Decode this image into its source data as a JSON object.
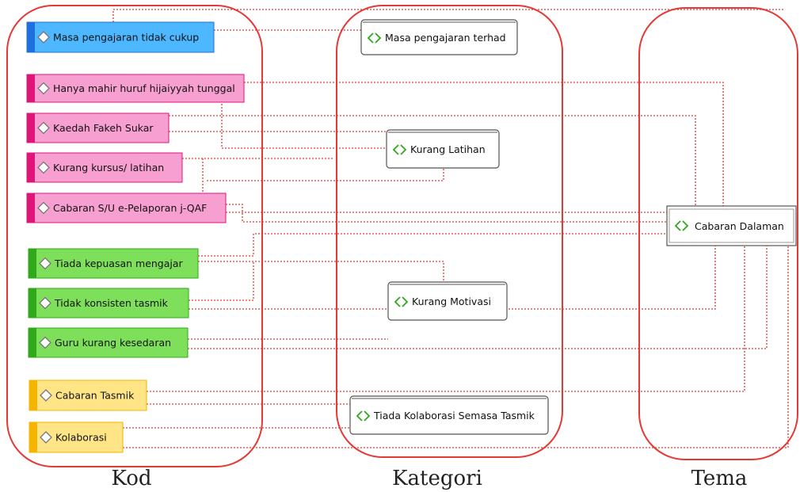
{
  "groups": {
    "kod": "Kod",
    "kategori": "Kategori",
    "tema": "Tema"
  },
  "codes": [
    {
      "label": "Masa pengajaran tidak cukup",
      "fill": "#4db8ff",
      "stripe": "#1e6fe0"
    },
    {
      "label": "Hanya mahir huruf hijaiyyah tunggal",
      "fill": "#f79fd0",
      "stripe": "#e0157a"
    },
    {
      "label": "Kaedah Fakeh Sukar",
      "fill": "#f79fd0",
      "stripe": "#e0157a"
    },
    {
      "label": "Kurang kursus/ latihan",
      "fill": "#f79fd0",
      "stripe": "#e0157a"
    },
    {
      "label": "Cabaran S/U e-Pelaporan j-QAF",
      "fill": "#f79fd0",
      "stripe": "#e0157a"
    },
    {
      "label": "Tiada kepuasan mengajar",
      "fill": "#7ee05a",
      "stripe": "#2fa81a"
    },
    {
      "label": "Tidak konsisten tasmik",
      "fill": "#7ee05a",
      "stripe": "#2fa81a"
    },
    {
      "label": "Guru kurang kesedaran",
      "fill": "#7ee05a",
      "stripe": "#2fa81a"
    },
    {
      "label": "Cabaran Tasmik",
      "fill": "#ffe585",
      "stripe": "#f5b400"
    },
    {
      "label": "Kolaborasi",
      "fill": "#ffe585",
      "stripe": "#f5b400"
    }
  ],
  "categories": [
    {
      "label": "Masa pengajaran terhad"
    },
    {
      "label": "Kurang Latihan"
    },
    {
      "label": "Kurang Motivasi"
    },
    {
      "label": "Tiada Kolaborasi Semasa Tasmik"
    }
  ],
  "themes": [
    {
      "label": "Cabaran Dalaman"
    }
  ],
  "colors": {
    "group_border": "#e53935",
    "connector": "#e53935",
    "category_icon": "#2fa81a",
    "node_border": "#555555"
  }
}
